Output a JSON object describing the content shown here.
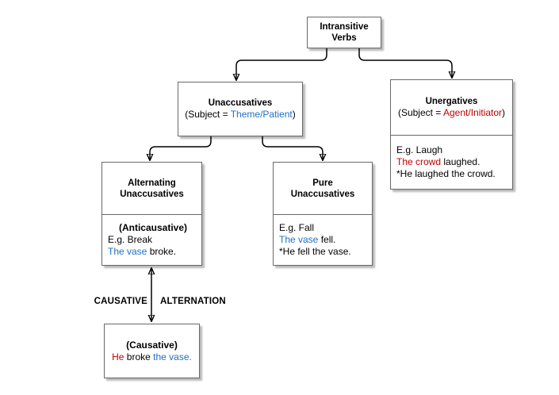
{
  "colors": {
    "blue": "#1F6FC4",
    "red": "#C00000",
    "box_border": "#696969",
    "connector": "#000000"
  },
  "nodes": {
    "root": {
      "title_lines": [
        "Intransitive",
        "Verbs"
      ]
    },
    "unaccusatives": {
      "title": "Unaccusatives",
      "subtitle_parts": [
        {
          "text": "(Subject = ",
          "color": null
        },
        {
          "text": "Theme/Patient",
          "color": "blue"
        },
        {
          "text": ")",
          "color": null
        }
      ]
    },
    "unergatives": {
      "title": "Unergatives",
      "subtitle_parts": [
        {
          "text": "(Subject = ",
          "color": null
        },
        {
          "text": "Agent/Initiator",
          "color": "red"
        },
        {
          "text": ")",
          "color": null
        }
      ],
      "example_lines": [
        {
          "parts": [
            {
              "text": "E.g. Laugh",
              "color": null
            }
          ]
        },
        {
          "parts": [
            {
              "text": "The crowd",
              "color": "red"
            },
            {
              "text": " laughed.",
              "color": null
            }
          ]
        },
        {
          "parts": [
            {
              "text": "*He laughed the crowd.",
              "color": null
            }
          ]
        }
      ]
    },
    "alternating": {
      "title_lines": [
        "Alternating",
        "Unaccusatives"
      ],
      "subheading": "(Anticausative)",
      "example_lines": [
        {
          "parts": [
            {
              "text": "E.g. Break",
              "color": null
            }
          ]
        },
        {
          "parts": [
            {
              "text": "The vase",
              "color": "blue"
            },
            {
              "text": " broke.",
              "color": null
            }
          ]
        }
      ]
    },
    "pure": {
      "title_lines": [
        "Pure",
        "Unaccusatives"
      ],
      "example_lines": [
        {
          "parts": [
            {
              "text": "E.g. Fall",
              "color": null
            }
          ]
        },
        {
          "parts": [
            {
              "text": "The vase",
              "color": "blue"
            },
            {
              "text": " fell.",
              "color": null
            }
          ]
        },
        {
          "parts": [
            {
              "text": "*He fell the vase.",
              "color": null
            }
          ]
        }
      ]
    },
    "causative": {
      "subheading": "(Causative)",
      "sentence_parts": [
        {
          "text": "He",
          "color": "red"
        },
        {
          "text": " broke ",
          "color": null
        },
        {
          "text": "the vase.",
          "color": "blue"
        }
      ]
    }
  },
  "edge_labels": {
    "causative": "CAUSATIVE",
    "alternation": "ALTERNATION"
  }
}
